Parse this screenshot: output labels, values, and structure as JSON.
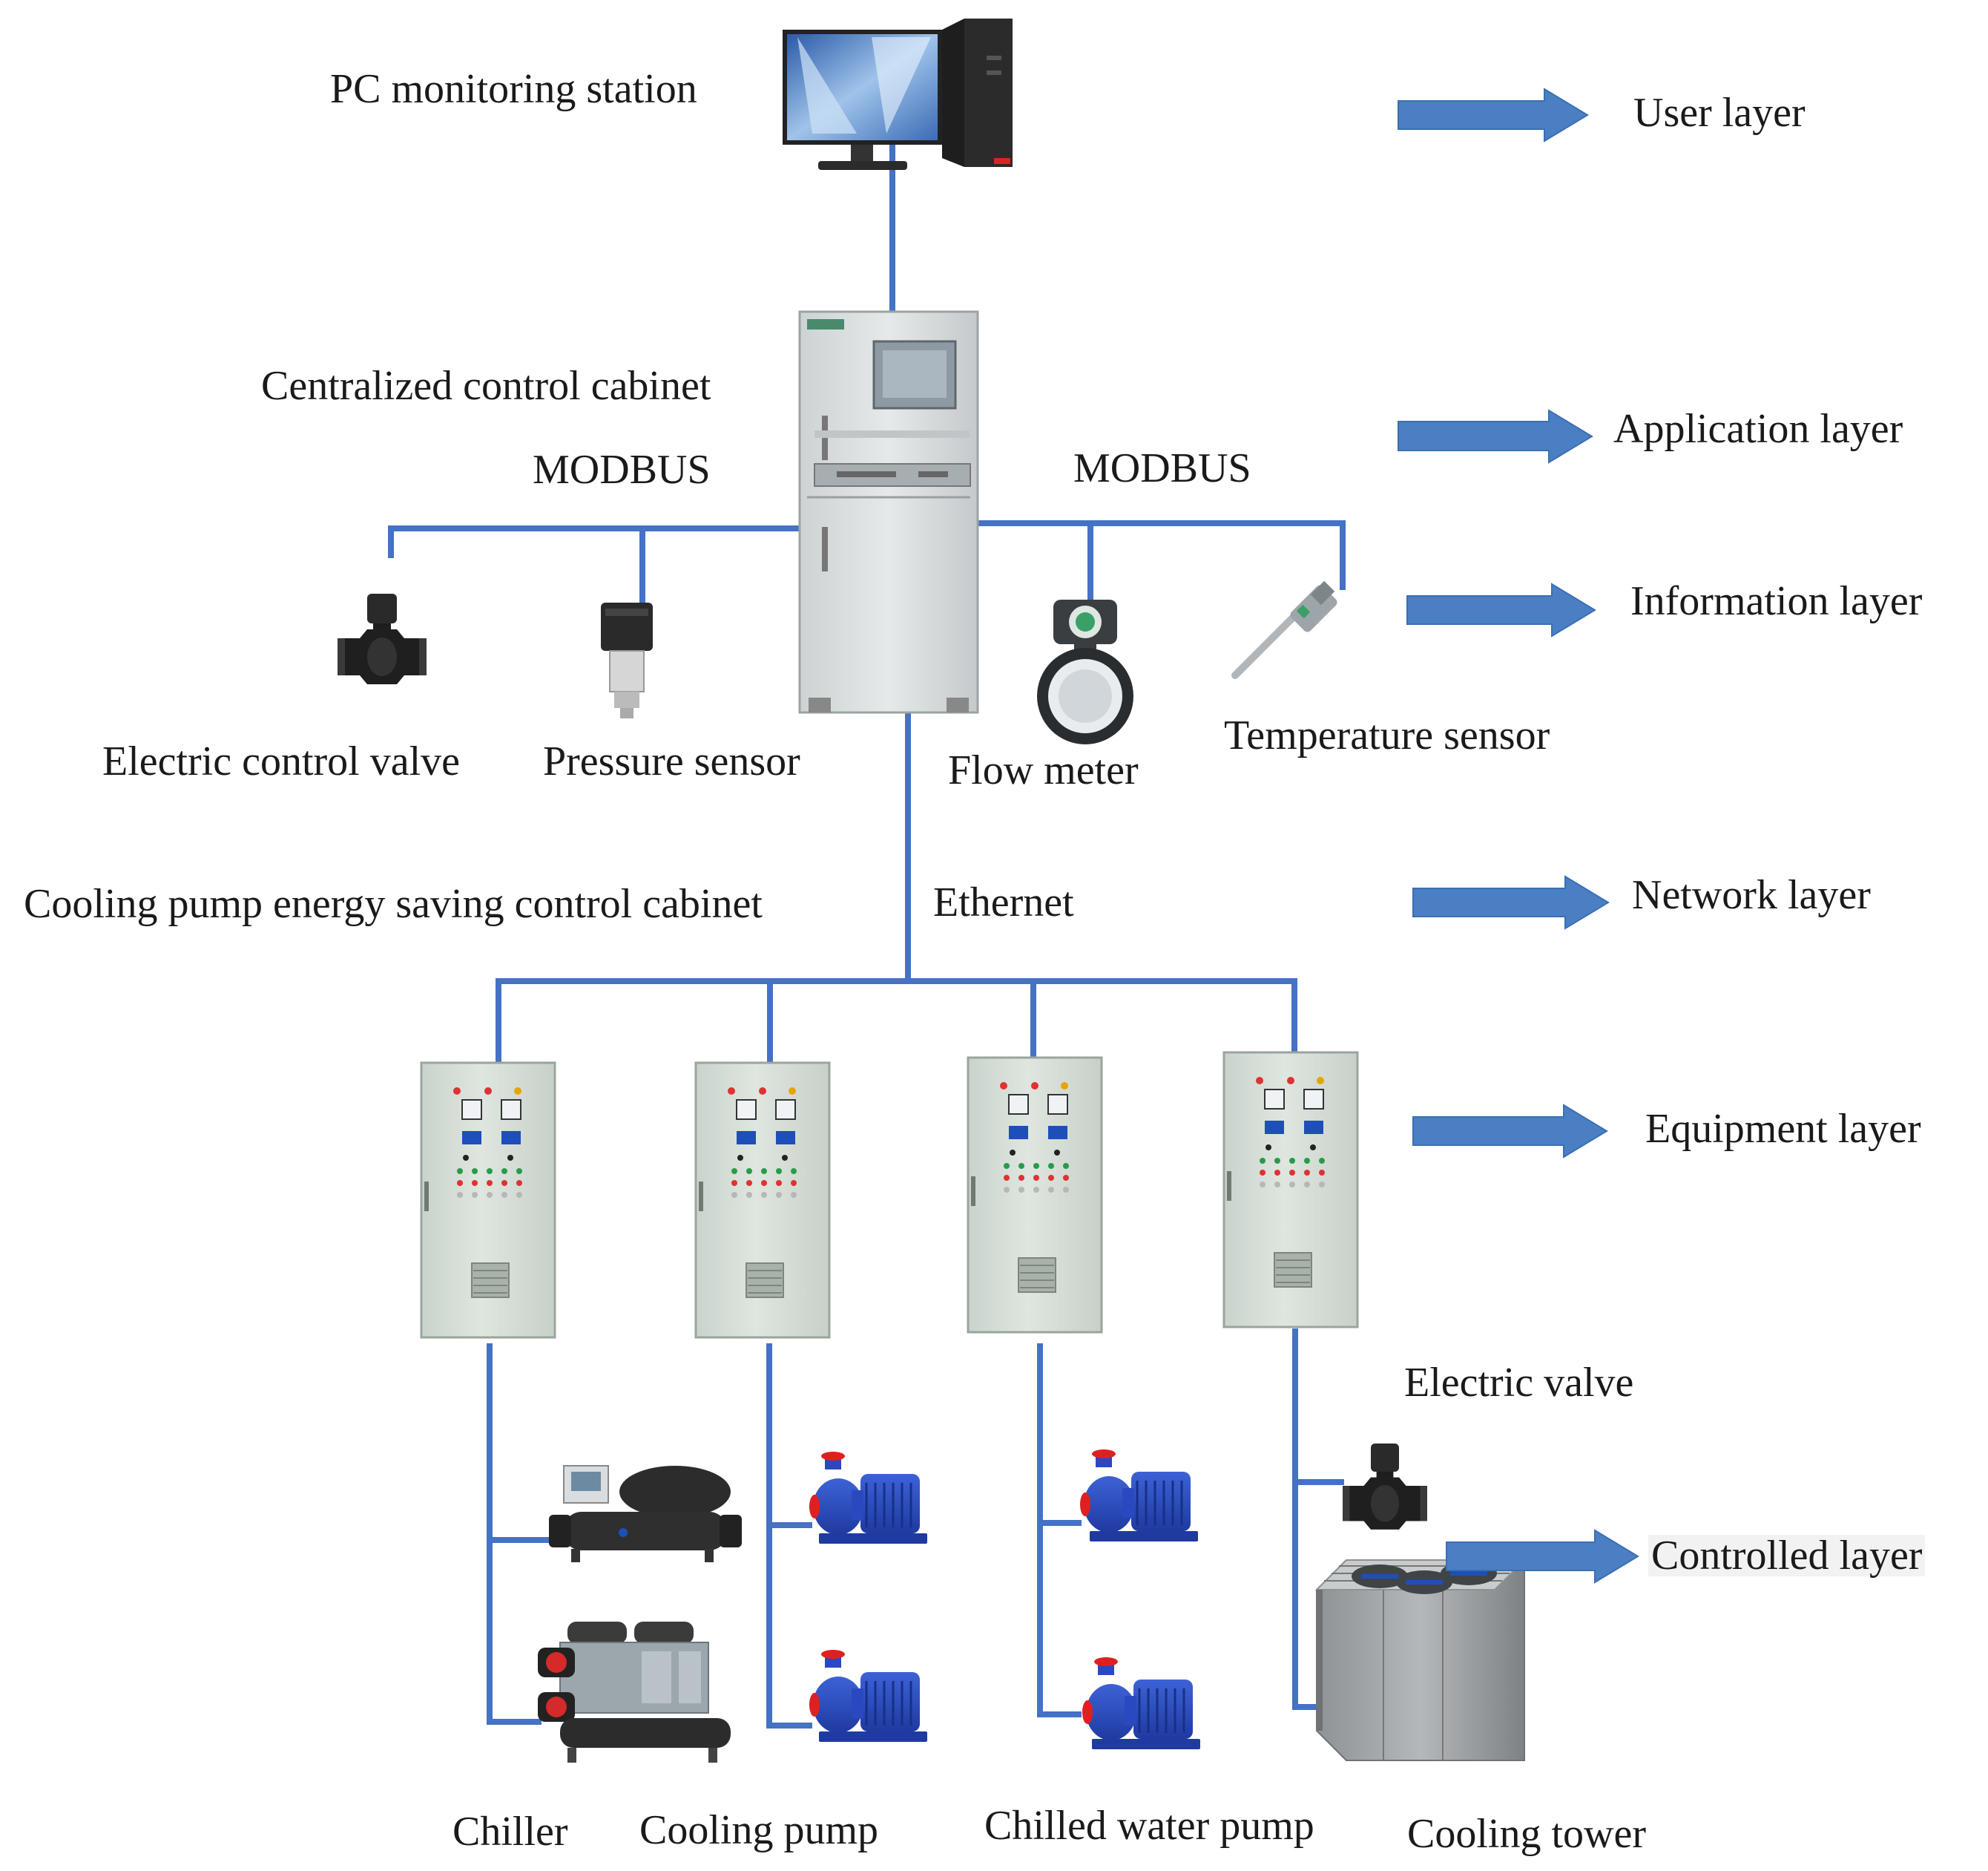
{
  "colors": {
    "line": "#4472c4",
    "arrow": "#4a7fc4",
    "arrow_edge": "#3a6fb4"
  },
  "devices": {
    "pc": "PC monitoring station",
    "central_cabinet": "Centralized control cabinet",
    "modbus_left": "MODBUS",
    "modbus_right": "MODBUS",
    "valve": "Electric control valve",
    "pressure": "Pressure sensor",
    "flow": "Flow meter",
    "temperature": "Temperature sensor",
    "pump_cabinet": "Cooling pump energy saving control cabinet",
    "ethernet": "Ethernet",
    "electric_valve": "Electric valve",
    "chiller": "Chiller",
    "cooling_pump": "Cooling pump",
    "chilled_pump": "Chilled water pump",
    "cooling_tower": "Cooling tower"
  },
  "layers": {
    "user": "User layer",
    "application": "Application layer",
    "information": "Information layer",
    "network": "Network layer",
    "equipment": "Equipment layer",
    "controlled": "Controlled layer"
  },
  "icons": [
    "pc-monitor-icon",
    "pc-tower-icon",
    "control-cabinet-icon",
    "electric-valve-icon",
    "pressure-sensor-icon",
    "flow-meter-icon",
    "temperature-sensor-icon",
    "control-panel-icon",
    "chiller-icon",
    "pump-icon",
    "cooling-tower-icon",
    "arrow-right-icon"
  ]
}
